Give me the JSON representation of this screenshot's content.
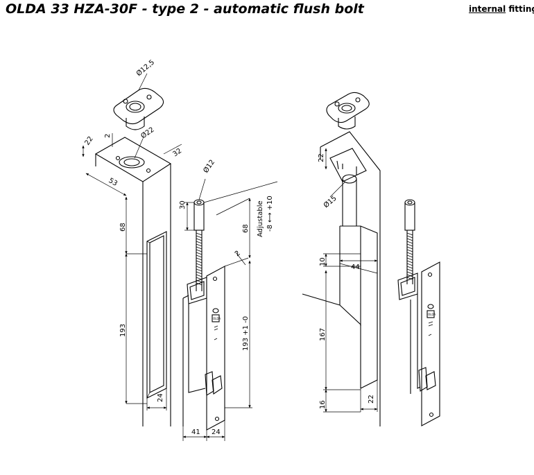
{
  "header": {
    "title": "OLDA 33 HZA-30F - type 2 - automatic flush bolt",
    "fitting_word": "internal",
    "fitting_rest": " fitting"
  },
  "left_view": {
    "d_top_plate": "Ø12,5",
    "d_hole": "Ø22",
    "dim_22": "22",
    "dim_2": "2",
    "dim_32": "32",
    "dim_53": "53",
    "dim_68": "68",
    "dim_193": "193",
    "dim_24": "24"
  },
  "bolt_view": {
    "d_rod": "Ø12",
    "dim_30": "30",
    "dim_68": "68",
    "adjustable": "Adjustable",
    "adjust_range": "-8 ⟷ +10",
    "dim_2": "2",
    "tol": "193 +1 -0",
    "dim_41": "41",
    "dim_24": "24"
  },
  "right_view": {
    "dim_22": "22",
    "d_socket": "Ø15",
    "dim_10": "10",
    "dim_44": "44",
    "dim_167": "167",
    "dim_16": "16",
    "dim_22b": "22"
  }
}
